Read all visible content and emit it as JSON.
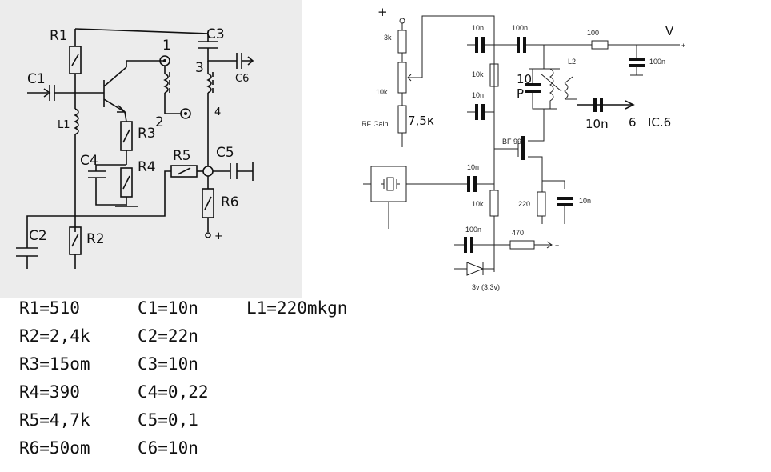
{
  "left_schematic": {
    "labels": {
      "r1": "R1",
      "r2": "R2",
      "r3": "R3",
      "r4": "R4",
      "r5": "R5",
      "r6": "R6",
      "c1": "C1",
      "c2": "C2",
      "c3": "C3",
      "c4": "C4",
      "c5": "C5",
      "c6": "C6",
      "l1": "L1",
      "pin1": "1",
      "pin2": "2",
      "pin3": "3",
      "pin4": "4",
      "plus": "+"
    }
  },
  "right_schematic": {
    "labels": {
      "plus_top": "+",
      "r_3k": "3k",
      "r_10k_pot": "10k",
      "rf_gain": "RF Gain",
      "note_75k": "7,5к",
      "c_10n_a": "10n",
      "r_10k_b": "10k",
      "c_10n_b": "10n",
      "c_100n_top": "100n",
      "r_100": "100",
      "v_out": "V",
      "plus_v": "+",
      "c_100n_v": "100n",
      "l2": "L2",
      "note_10p_a": "10",
      "note_10p_b": "P",
      "note_10n": "10n",
      "note_6": "6",
      "note_ic6": "IC.6",
      "transistor": "BF 998",
      "c_10n_in": "10n",
      "r_10k_c": "10k",
      "r_220": "220",
      "c_10n_src": "10n",
      "c_100n_bot": "100n",
      "r_470": "470",
      "plus_470": "+",
      "zener": "3v (3.3v)"
    }
  },
  "component_table": {
    "rows": [
      [
        "R1=510",
        "C1=10n",
        "L1=220mkgn"
      ],
      [
        "R2=2,4k",
        "C2=22n",
        ""
      ],
      [
        "R3=15om",
        "C3=10n",
        ""
      ],
      [
        "R4=390",
        "C4=0,22",
        ""
      ],
      [
        "R5=4,7k",
        "C5=0,1",
        ""
      ],
      [
        "R6=50om",
        "C6=10n",
        ""
      ]
    ]
  }
}
